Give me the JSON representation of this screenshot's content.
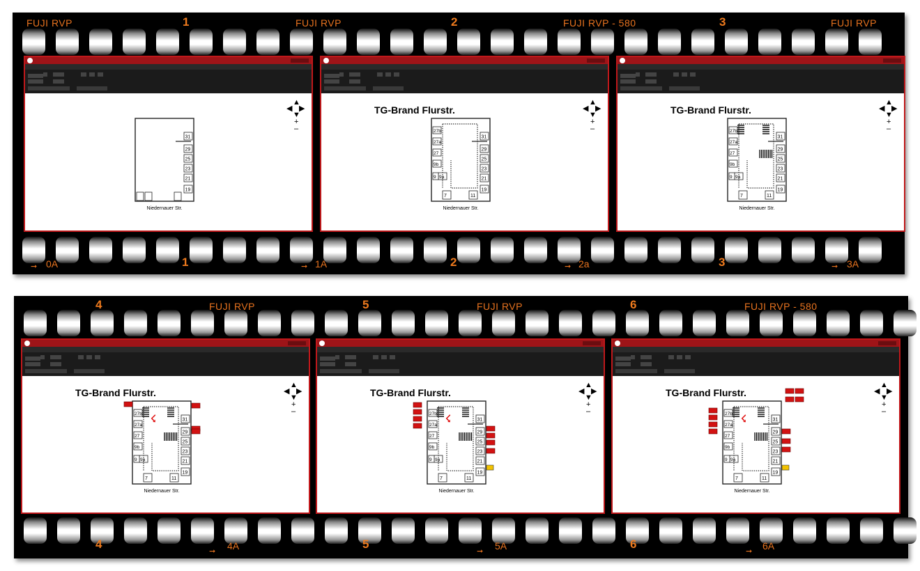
{
  "strips": [
    {
      "top_labels": [
        "FUJI RVP",
        "1",
        "FUJI RVP",
        "2",
        "FUJI RVP - 580",
        "3",
        "FUJI RVP"
      ],
      "bottom_labels": [
        "0A",
        "1",
        "1A",
        "2",
        "2a",
        "3",
        "3A"
      ],
      "frames": [
        {
          "title": "",
          "street": "Niedernauer Str.",
          "rooms": [
            "31",
            "29",
            "25",
            "23",
            "21",
            "19"
          ],
          "left_rooms": [],
          "bottom_rooms": []
        },
        {
          "title": "TG-Brand Flurstr.",
          "street": "Niedernauer Str.",
          "rooms": [
            "31",
            "29",
            "25",
            "23",
            "21",
            "19"
          ],
          "left_rooms": [
            "27b",
            "27a",
            "27",
            "9b",
            "9a",
            "9"
          ],
          "bottom_rooms": [
            "7",
            "11"
          ]
        },
        {
          "title": "TG-Brand Flurstr.",
          "street": "Niedernauer Str.",
          "rooms": [
            "31",
            "29",
            "25",
            "23",
            "21",
            "19"
          ],
          "left_rooms": [
            "27b",
            "27a",
            "27",
            "9b",
            "9a",
            "9"
          ],
          "bottom_rooms": [
            "7",
            "11"
          ]
        }
      ]
    },
    {
      "top_labels": [
        "4",
        "FUJI RVP",
        "5",
        "FUJI RVP",
        "6",
        "FUJI RVP - 580"
      ],
      "bottom_labels": [
        "4",
        "4A",
        "5",
        "5A",
        "6",
        "6A"
      ],
      "frames": [
        {
          "title": "TG-Brand Flurstr.",
          "street": "Niedernauer Str.",
          "rooms": [
            "31",
            "29",
            "25",
            "23",
            "21",
            "19"
          ],
          "left_rooms": [
            "27b",
            "27a",
            "27",
            "9b",
            "9a",
            "9"
          ],
          "bottom_rooms": [
            "7",
            "11"
          ]
        },
        {
          "title": "TG-Brand Flurstr.",
          "street": "Niedernauer Str.",
          "rooms": [
            "31",
            "29",
            "25",
            "23",
            "21",
            "19"
          ],
          "left_rooms": [
            "27b",
            "27a",
            "27",
            "9b",
            "9a",
            "9"
          ],
          "bottom_rooms": [
            "7",
            "11"
          ]
        },
        {
          "title": "TG-Brand Flurstr.",
          "street": "Niedernauer Str.",
          "rooms": [
            "31",
            "29",
            "25",
            "23",
            "21",
            "19"
          ],
          "left_rooms": [
            "27b",
            "27a",
            "27",
            "9b",
            "9a",
            "9"
          ],
          "bottom_rooms": [
            "7",
            "11"
          ]
        }
      ]
    }
  ],
  "nav": {
    "up": "▲",
    "left": "◀",
    "right": "▶",
    "down": "▼",
    "zoom_in": "+",
    "zoom_out": "–"
  },
  "icons": {
    "arrow": "arrow-right-icon"
  },
  "colors": {
    "film": "#000000",
    "accent": "#e8731f",
    "frame_border": "#c0181b",
    "appbar": "#9e1418"
  }
}
